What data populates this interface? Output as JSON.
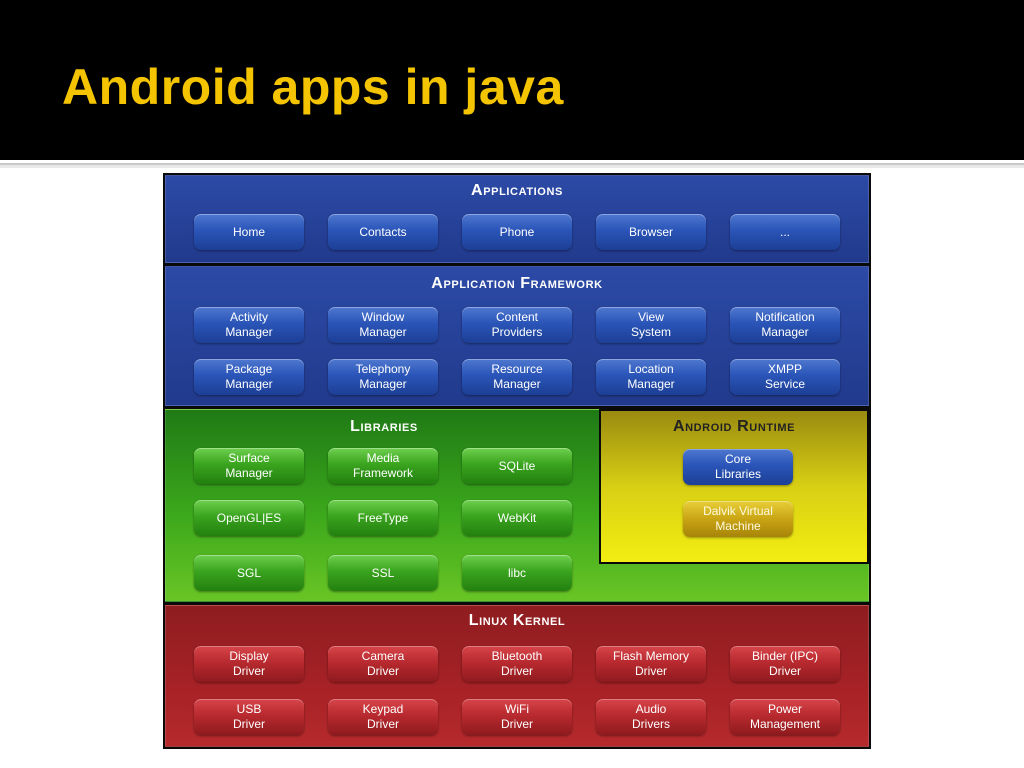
{
  "slide": {
    "title": "Android apps in java"
  },
  "diagram": {
    "applications": {
      "title": "Applications",
      "items": [
        "Home",
        "Contacts",
        "Phone",
        "Browser",
        "..."
      ]
    },
    "framework": {
      "title": "Application Framework",
      "items": [
        "Activity\nManager",
        "Window\nManager",
        "Content\nProviders",
        "View\nSystem",
        "Notification\nManager",
        "Package\nManager",
        "Telephony\nManager",
        "Resource\nManager",
        "Location\nManager",
        "XMPP\nService"
      ]
    },
    "libraries": {
      "title": "Libraries",
      "items": [
        "Surface\nManager",
        "Media\nFramework",
        "SQLite",
        "OpenGL|ES",
        "FreeType",
        "WebKit",
        "SGL",
        "SSL",
        "libc"
      ]
    },
    "runtime": {
      "title": "Android Runtime",
      "items": [
        "Core\nLibraries",
        "Dalvik Virtual\nMachine"
      ]
    },
    "kernel": {
      "title": "Linux Kernel",
      "items": [
        "Display\nDriver",
        "Camera\nDriver",
        "Bluetooth\nDriver",
        "Flash Memory\nDriver",
        "Binder (IPC)\nDriver",
        "USB\nDriver",
        "Keypad\nDriver",
        "WiFi\nDriver",
        "Audio\nDrivers",
        "Power\nManagement"
      ]
    }
  }
}
